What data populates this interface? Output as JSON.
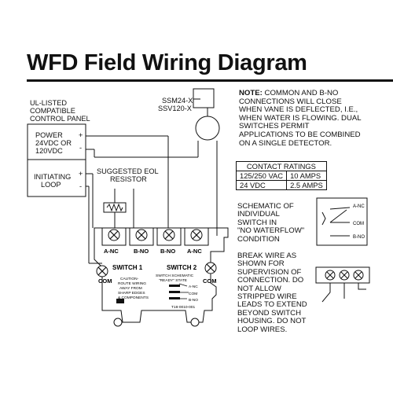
{
  "title": "WFD Field Wiring Diagram",
  "panel": {
    "heading_lines": [
      "UL-LISTED",
      "COMPATIBLE",
      "CONTROL PANEL"
    ],
    "power_lines": [
      "POWER",
      "24VDC OR",
      "120VDC"
    ],
    "loop_lines": [
      "INITIATING",
      "LOOP"
    ],
    "plus": "+",
    "minus": "-"
  },
  "eol": {
    "lines": [
      "SUGGESTED EOL",
      "RESISTOR"
    ]
  },
  "device": {
    "lines": [
      "SSM24-X",
      "SSV120-X"
    ]
  },
  "note": {
    "bold": "NOTE:",
    "lines": [
      " COMMON AND B-NO",
      "CONNECTIONS WILL CLOSE",
      "WHEN VANE IS DEFLECTED, I.E.,",
      "WHEN WATER IS FLOWING. DUAL",
      "SWITCHES PERMIT",
      "APPLICATIONS TO BE COMBINED",
      "ON A SINGLE DETECTOR."
    ]
  },
  "ratings": {
    "header": "CONTACT RATINGS",
    "rows": [
      [
        "125/250 VAC",
        "10 AMPS"
      ],
      [
        "24 VDC",
        "2.5 AMPS"
      ]
    ]
  },
  "schematic": {
    "lines": [
      "SCHEMATIC OF",
      "INDIVIDUAL",
      "SWITCH IN",
      "\"NO WATERFLOW\"",
      "CONDITION"
    ],
    "terminals": [
      "A-NC",
      "COM",
      "B-NO"
    ]
  },
  "break_wire": {
    "lines": [
      "BREAK WIRE AS",
      "SHOWN FOR",
      "SUPERVISION OF",
      "CONNECTION. DO",
      "NOT ALLOW",
      "STRIPPED WIRE",
      "LEADS TO EXTEND",
      "BEYOND SWITCH",
      "HOUSING. DO NOT",
      "LOOP WIRES."
    ]
  },
  "board": {
    "top_labels": [
      "A-NC",
      "B-NO",
      "B-NO",
      "A-NC"
    ],
    "switch1": "SWITCH 1",
    "switch2": "SWITCH 2",
    "com_left": "COM",
    "com_right": "COM",
    "caution_lines": [
      "CAUTION-",
      "ROUTE WIRING",
      "AWAY FROM",
      "SHARP EDGES",
      "& COMPONENTS"
    ],
    "schematic_lines": [
      "SWITCH SCHEMATIC",
      "\"READY\" STATE"
    ],
    "schematic_terminals": [
      "A-NC",
      "COM",
      "B-NO"
    ],
    "part_number": "T18-0010-001"
  }
}
